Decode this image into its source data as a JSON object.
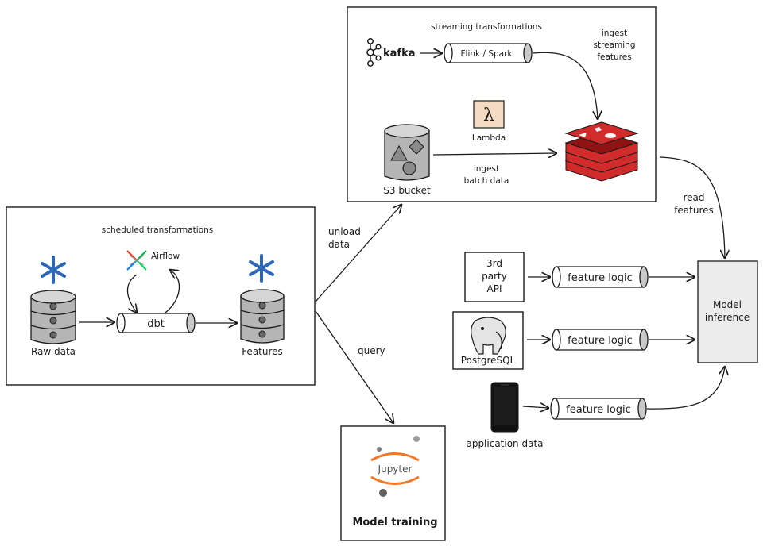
{
  "containers": {
    "streaming_title": "streaming transformations",
    "scheduled_title": "scheduled transformations"
  },
  "nodes": {
    "kafka": "kafka",
    "flink_spark": "Flink / Spark",
    "lambda": "Lambda",
    "lambda_glyph": "λ",
    "s3_bucket": "S3 bucket",
    "raw_data": "Raw data",
    "airflow": "Airflow",
    "dbt": "dbt",
    "features": "Features",
    "third_party_api": [
      "3rd",
      "party",
      "API"
    ],
    "postgresql": "PostgreSQL",
    "application_data": "application data",
    "feature_logic": "feature logic",
    "model_inference": [
      "Model",
      "inference"
    ],
    "model_training": "Model training",
    "jupyter": "Jupyter"
  },
  "edges": {
    "ingest_streaming": [
      "ingest",
      "streaming",
      "features"
    ],
    "ingest_batch": [
      "ingest",
      "batch data"
    ],
    "read_features": [
      "read",
      "features"
    ],
    "unload_data": [
      "unload",
      "data"
    ],
    "query": "query"
  },
  "colors": {
    "snowflake": "#2d67b8",
    "redis_red": "#d22b2b",
    "redis_dark": "#8e1414",
    "jupyter_orange": "#f37726",
    "inference_bg": "#ececec",
    "phone": "#111111"
  },
  "icons": [
    "kafka-icon",
    "lambda-icon",
    "redis-icon",
    "snowflake-icon",
    "airflow-icon",
    "postgresql-elephant-icon",
    "smartphone-icon",
    "jupyter-logo-icon"
  ]
}
